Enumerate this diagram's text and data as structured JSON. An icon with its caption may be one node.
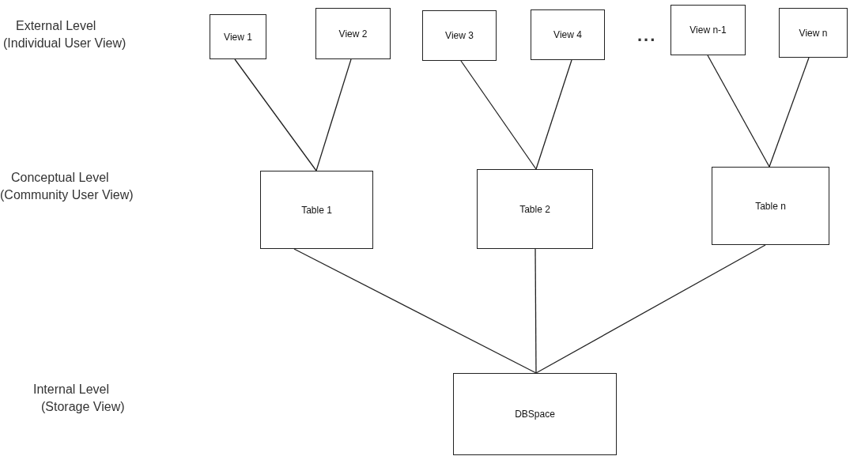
{
  "diagram": {
    "nodes": [
      {
        "text": [
          "View 1"
        ]
      },
      {
        "text": [
          "View 2"
        ]
      },
      {
        "text": [
          "View 3"
        ]
      },
      {
        "text": [
          "View 4"
        ]
      },
      {
        "text": [
          "View n-1"
        ]
      },
      {
        "text": [
          "View n"
        ]
      },
      {
        "text": [
          "Table 1"
        ]
      },
      {
        "text": [
          "Table 2"
        ]
      },
      {
        "text": [
          "Table n"
        ]
      },
      {
        "text": [
          "DBSpace"
        ]
      }
    ],
    "edges": [
      {
        "from": 0,
        "to": 6,
        "arrow": "none"
      },
      {
        "from": 1,
        "to": 6,
        "arrow": "none"
      },
      {
        "from": 2,
        "to": 7,
        "arrow": "none"
      },
      {
        "from": 3,
        "to": 7,
        "arrow": "none"
      },
      {
        "from": 4,
        "to": 8,
        "arrow": "none"
      },
      {
        "from": 5,
        "to": 8,
        "arrow": "none"
      },
      {
        "from": 6,
        "to": 9,
        "arrow": "none"
      },
      {
        "from": 7,
        "to": 9,
        "arrow": "none"
      },
      {
        "from": 8,
        "to": 9,
        "arrow": "none"
      }
    ],
    "labels": [
      "External Level",
      "(Individual User View)",
      "...",
      "Conceptual Level",
      "(Community User View)",
      "Internal Level",
      "(Storage View)"
    ]
  }
}
